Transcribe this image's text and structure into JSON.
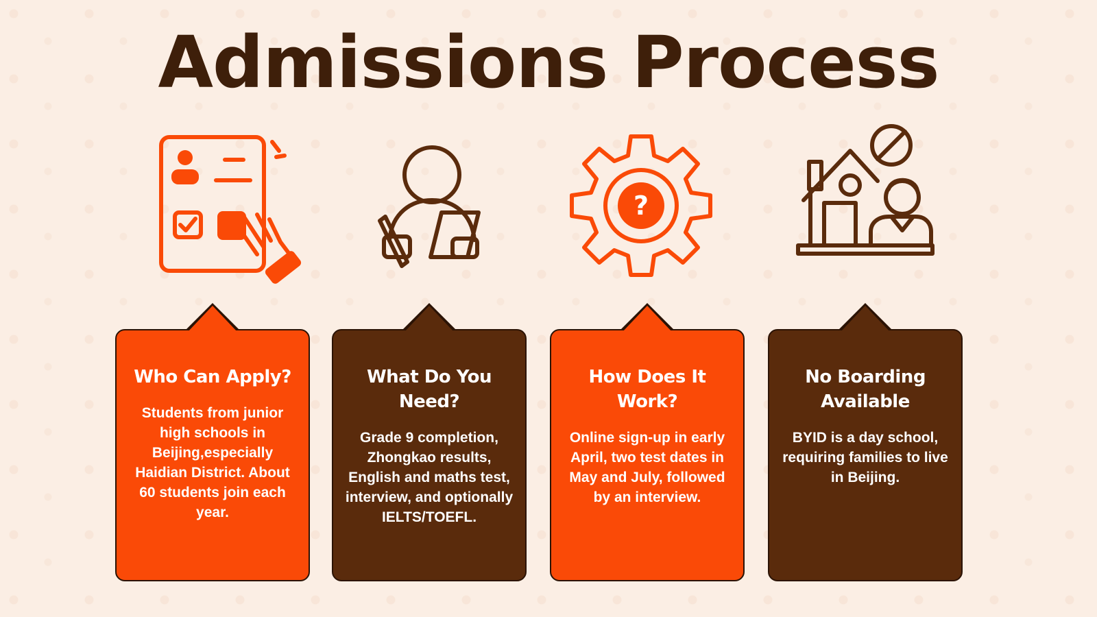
{
  "title": "Admissions Process",
  "colors": {
    "orange": "#fa4a07",
    "brown": "#5a2b0c",
    "background": "#fbeee4",
    "title": "#3e1f0a"
  },
  "cards": [
    {
      "icon": "application-form-icon",
      "heading": "Who Can Apply?",
      "body": "Students from junior high schools in Beijing,especially Haidian District. About 60 students join each year.",
      "color": "orange"
    },
    {
      "icon": "student-reading-icon",
      "heading": "What Do You Need?",
      "body": "Grade 9 completion, Zhongkao results, English and maths test, interview, and optionally IELTS/TOEFL.",
      "color": "brown"
    },
    {
      "icon": "gear-question-icon",
      "heading": "How Does It Work?",
      "body": "Online sign-up in early April, two test dates in May and July, followed by an interview.",
      "color": "orange"
    },
    {
      "icon": "no-boarding-house-icon",
      "heading": "No Boarding Available",
      "body": "BYID is a day school, requiring families to live in Beijing.",
      "color": "brown"
    }
  ]
}
